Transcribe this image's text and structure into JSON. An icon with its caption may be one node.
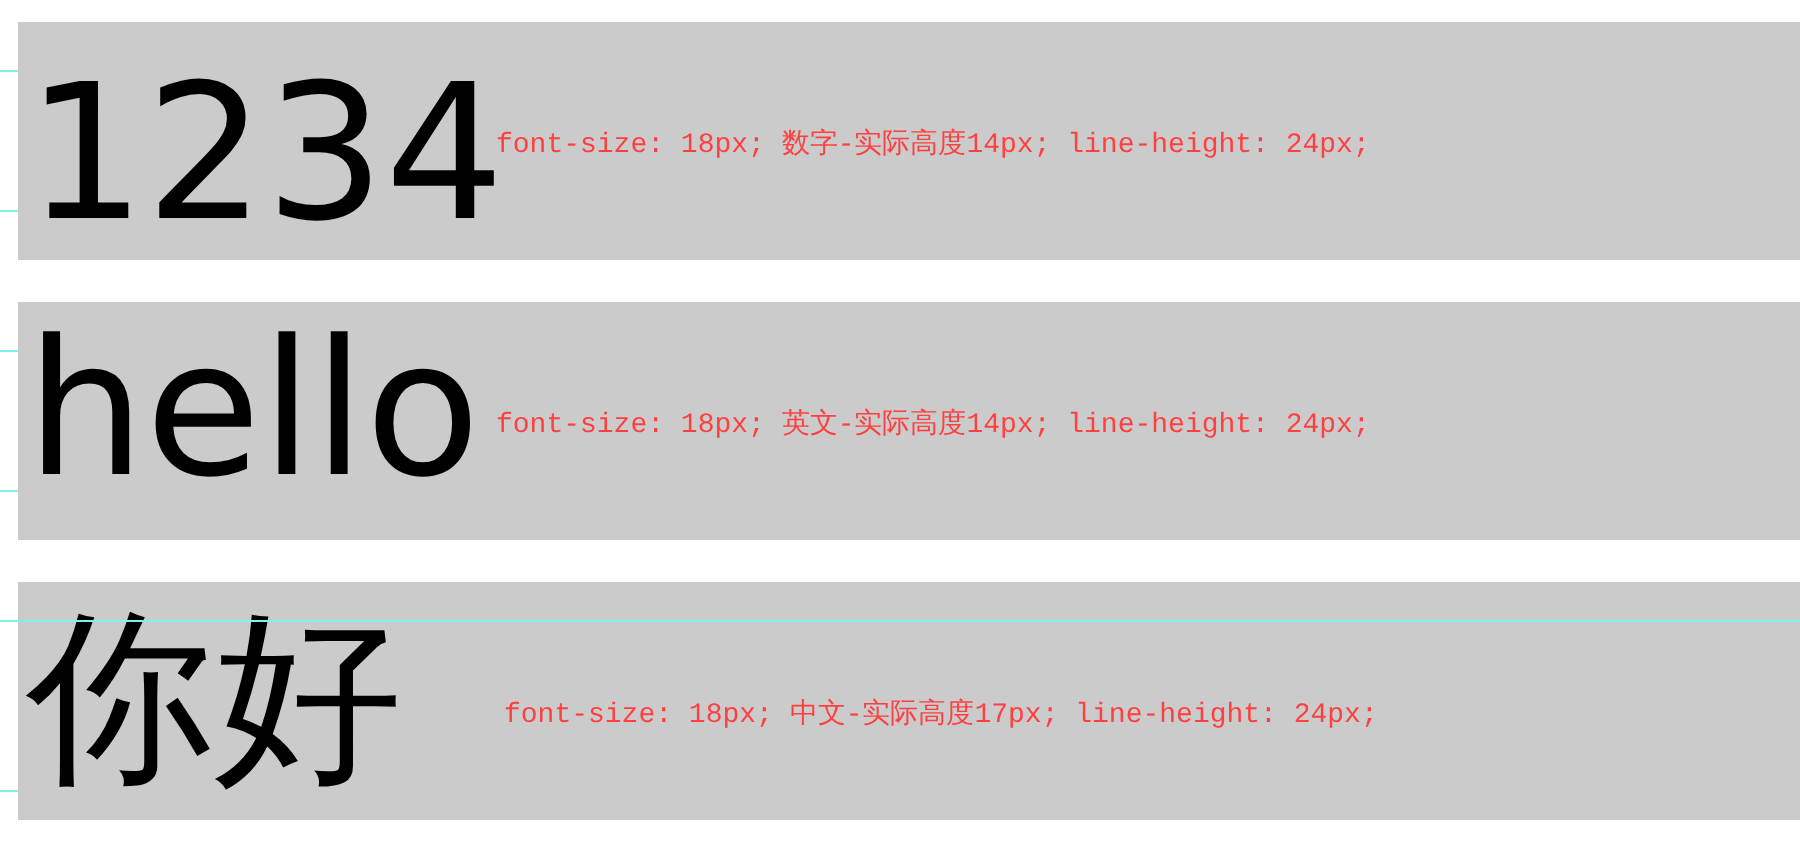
{
  "diagram": {
    "nodes": [
      {
        "text": [
          "1234",
          "font-size: 18px; 数字-实际高度14px; line-height: 24px;"
        ]
      },
      {
        "text": [
          "hello",
          "font-size: 18px; 英文-实际高度14px; line-height: 24px;"
        ]
      },
      {
        "text": [
          "你好",
          "font-size: 18px; 中文-实际高度17px; line-height: 24px;"
        ]
      }
    ]
  }
}
